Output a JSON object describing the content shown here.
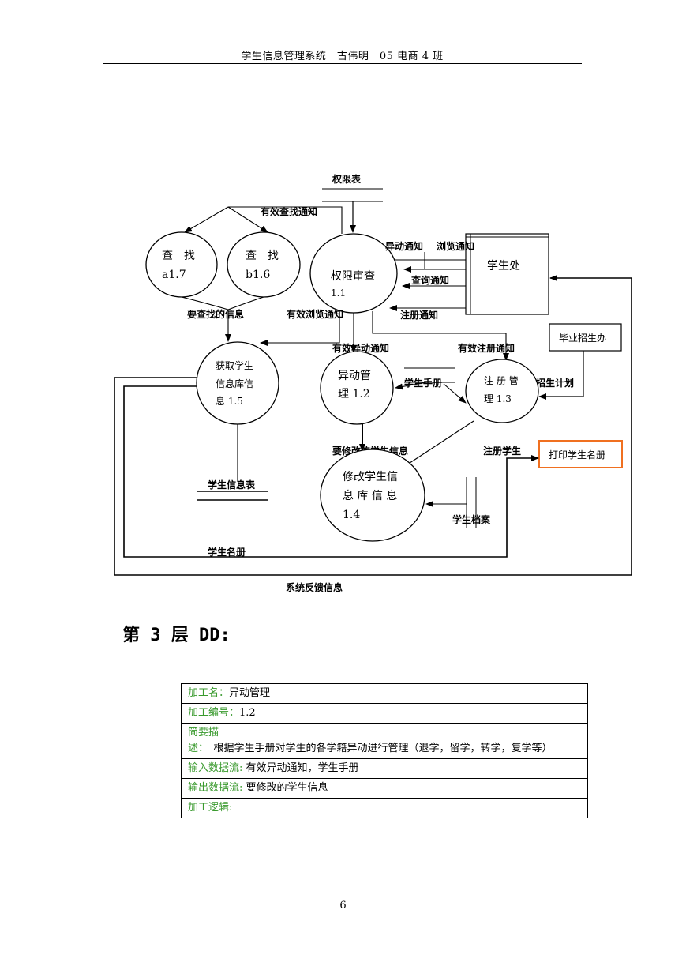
{
  "header": {
    "text": "学生信息管理系统　古伟明　05 电商 4 班"
  },
  "diagram": {
    "stores": {
      "permission_table": "权限表",
      "student_info_table": "学生信息表",
      "student_archive": "学生档案",
      "student_handbook": "学生手册"
    },
    "processes": {
      "search_a": {
        "title": "查　找",
        "id": "a1.7"
      },
      "search_b": {
        "title": "查　找",
        "id": "b1.6"
      },
      "auth_check": {
        "title": "权限审查",
        "id": "1.1"
      },
      "get_info": {
        "line1": "获取学生",
        "line2": "信息库信",
        "line3": "息 1.5"
      },
      "change_mgmt": {
        "line1": "异动管",
        "line2": "理 1.2"
      },
      "register_mgmt": {
        "line1": "注 册 管",
        "line2": "理 1.3"
      },
      "modify_info": {
        "line1": "修改学生信",
        "line2": "息 库 信 息",
        "line3": "1.4"
      }
    },
    "entities": {
      "student_office": "学生处",
      "graduation_office": "毕业招生办",
      "print_roster": "打印学生名册"
    },
    "flows": {
      "valid_search_notice": "有效查找通知",
      "change_notice": "异动通知",
      "browse_notice": "浏览通知",
      "query_notice": "查询通知",
      "register_notice": "注册通知",
      "info_to_find": "要查找的信息",
      "valid_browse_notice": "有效浏览通知",
      "valid_change_notice": "有效异动通知",
      "valid_register_notice": "有效注册通知",
      "enrollment_plan": "招生计划",
      "info_to_modify": "要修改的学生信息",
      "register_student": "注册学生",
      "student_roster": "学生名册",
      "system_feedback": "系统反馈信息"
    }
  },
  "section_title": "第 3 层 DD:",
  "dd_table": {
    "rows": [
      {
        "key": "加工名：",
        "value": "异动管理"
      },
      {
        "key": "加工编号：",
        "value": "1.2"
      },
      {
        "key": "简要描述：",
        "value": "　根据学生手册对学生的各学籍异动进行管理（退学，留学，转学，复学等）"
      },
      {
        "key": "输入数据流:",
        "value": " 有效异动通知，学生手册"
      },
      {
        "key": "输出数据流:",
        "value": " 要修改的学生信息"
      },
      {
        "key": "加工逻辑:",
        "value": ""
      }
    ]
  },
  "page_number": "6",
  "colors": {
    "label_green": "#3a9a2e",
    "print_box_border": "#f07020"
  }
}
